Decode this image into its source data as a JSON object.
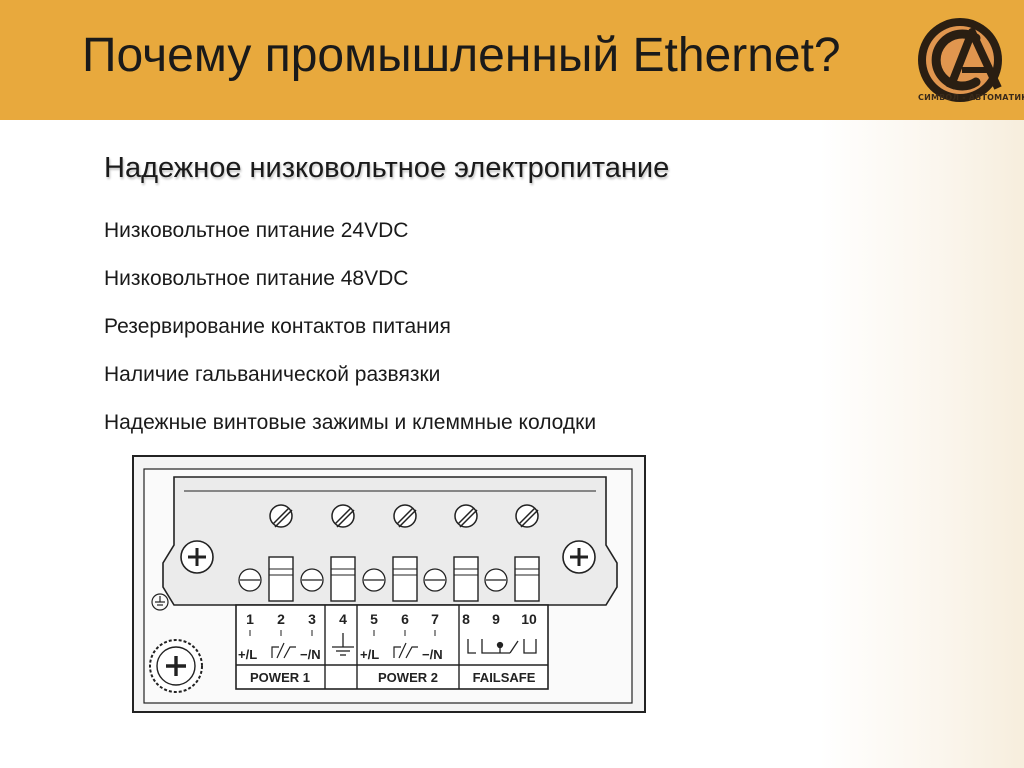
{
  "slide": {
    "title": "Почему промышленный Ethernet?",
    "subtitle": "Надежное низковольтное электропитание",
    "bullets": [
      "Низковольтное питание 24VDC",
      "Низковольтное питание 48VDC",
      "Резервирование контактов питания",
      "Наличие гальванической развязки",
      "Надежные винтовые зажимы и клеммные колодки"
    ]
  },
  "logo": {
    "caption": "СИМВОЛ - АВТОМАТИКА",
    "colors": {
      "ring": "#2a1e12",
      "disc": "#e1964f",
      "text": "#3a2a1a"
    }
  },
  "terminal_block": {
    "pins": [
      "1",
      "2",
      "3",
      "4",
      "5",
      "6",
      "7",
      "8",
      "9",
      "10"
    ],
    "symbols": {
      "plus_l": "+/L",
      "minus_n": "−/N"
    },
    "group_labels": [
      "POWER 1",
      "POWER 2",
      "FAILSAFE"
    ]
  },
  "colors": {
    "header_bg": "#e8a93d",
    "text": "#1a1a1a",
    "diagram_stroke": "#222222",
    "diagram_fill": "#ededed"
  }
}
